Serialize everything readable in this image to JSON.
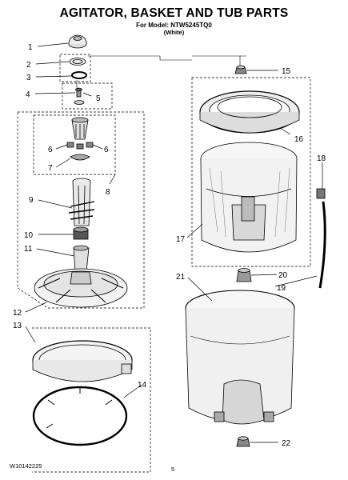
{
  "title": "AGITATOR, BASKET AND TUB PARTS",
  "subtitle": "For Model: NTW5245TQ0",
  "subtitle_color_note": "(White)",
  "footer": {
    "doc_id": "W10142225",
    "page": "5"
  },
  "callouts": {
    "c1": "1",
    "c2": "2",
    "c3": "3",
    "c4": "4",
    "c5": "5",
    "c6a": "6",
    "c6b": "6",
    "c7": "7",
    "c8": "8",
    "c9": "9",
    "c10": "10",
    "c11": "11",
    "c12": "12",
    "c13": "13",
    "c14": "14",
    "c15": "15",
    "c16": "16",
    "c17": "17",
    "c18": "18",
    "c19": "19",
    "c20": "20",
    "c21": "21",
    "c22": "22"
  }
}
